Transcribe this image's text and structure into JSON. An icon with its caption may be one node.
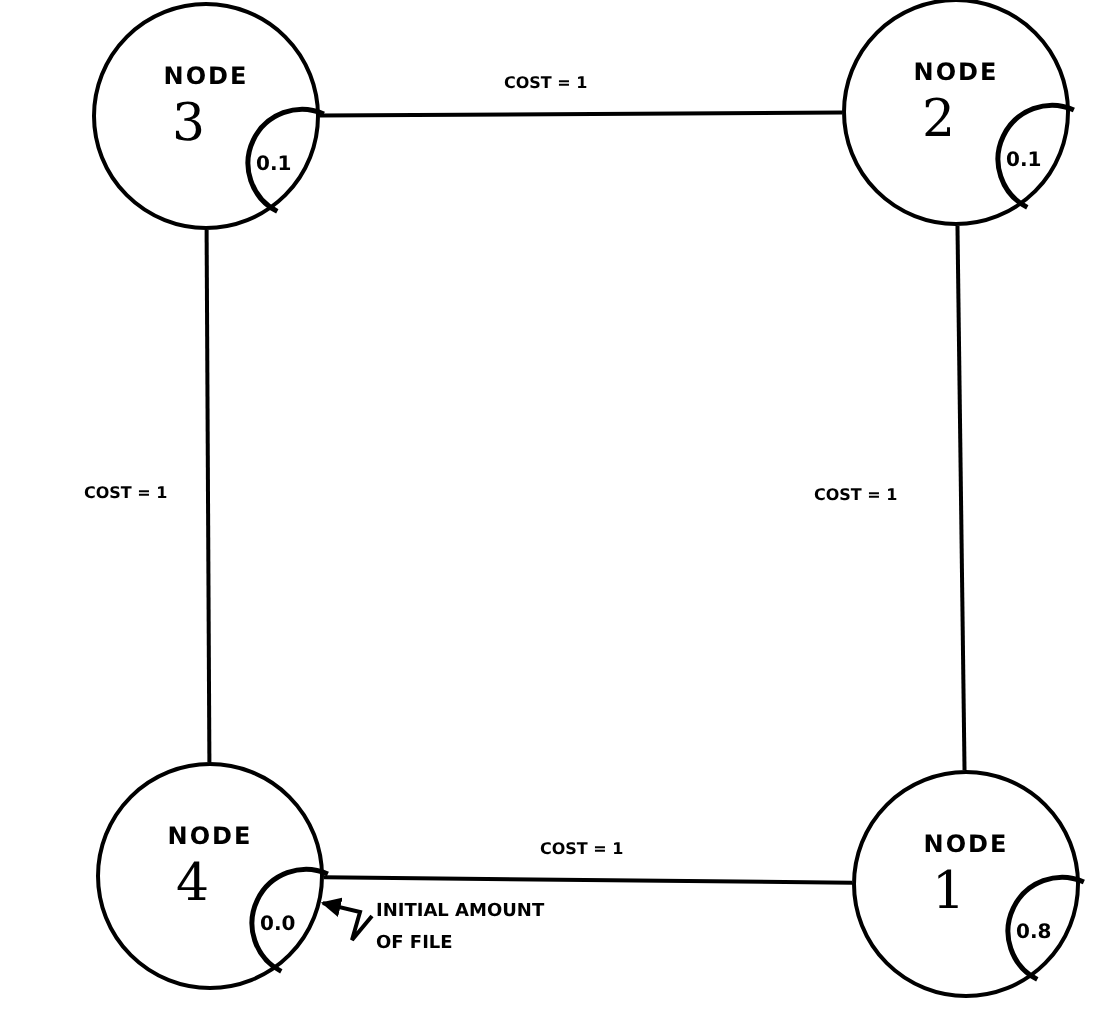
{
  "diagram": {
    "nodes": [
      {
        "text": [
          "NODE",
          "3"
        ]
      },
      {
        "text": [
          "0.1"
        ],
        "in": 0
      },
      {
        "text": [
          "NODE",
          "2"
        ]
      },
      {
        "text": [
          "0.1"
        ],
        "in": 2
      },
      {
        "text": [
          "NODE",
          "4"
        ]
      },
      {
        "text": [
          "0.0"
        ],
        "in": 4
      },
      {
        "text": [
          "NODE",
          "1"
        ]
      },
      {
        "text": [
          "0.8"
        ],
        "in": 6
      },
      {
        "text": [
          "INITIAL AMOUNT OF FILE"
        ]
      }
    ],
    "edges": [
      {
        "from": 0,
        "to": 2,
        "arrow": "none",
        "label": "COST = 1"
      },
      {
        "from": 0,
        "to": 4,
        "arrow": "none",
        "label": "COST = 1"
      },
      {
        "from": 2,
        "to": 6,
        "arrow": "none",
        "label": "COST = 1"
      },
      {
        "from": 4,
        "to": 6,
        "arrow": "none",
        "label": "COST = 1"
      },
      {
        "from": 8,
        "to": 5,
        "arrow": "to"
      }
    ]
  }
}
